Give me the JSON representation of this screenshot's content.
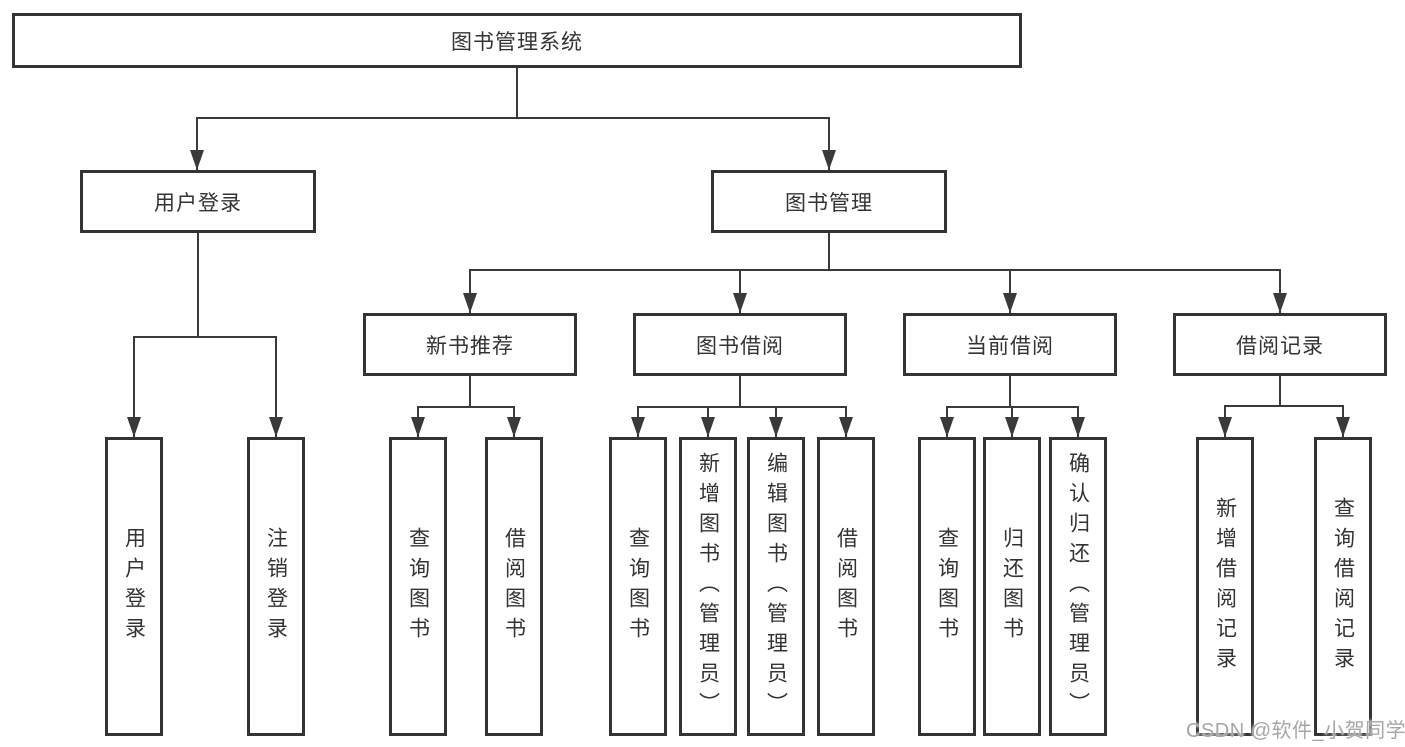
{
  "diagram": {
    "type": "tree",
    "root": {
      "label": "图书管理系统"
    },
    "user_login": {
      "label": "用户登录",
      "children": [
        "用户登录",
        "注销登录"
      ]
    },
    "book_mgmt": {
      "label": "图书管理",
      "sections": {
        "new_book": {
          "label": "新书推荐",
          "children": [
            "查询图书",
            "借阅图书"
          ]
        },
        "borrow": {
          "label": "图书借阅",
          "children": [
            "查询图书",
            "新增图书（管理员）",
            "编辑图书（管理员）",
            "借阅图书"
          ]
        },
        "current": {
          "label": "当前借阅",
          "children": [
            "查询图书",
            "归还图书",
            "确认归还（管理员）"
          ]
        },
        "record": {
          "label": "借阅记录",
          "children": [
            "新增借阅记录",
            "查询借阅记录"
          ]
        }
      }
    },
    "colors": {
      "line": "#3a3a3a",
      "box_border": "#333333",
      "text": "#333333",
      "background": "#ffffff",
      "watermark": "#a6a6a6"
    }
  },
  "watermark": {
    "text": "CSDN @软件_小贺同学"
  }
}
